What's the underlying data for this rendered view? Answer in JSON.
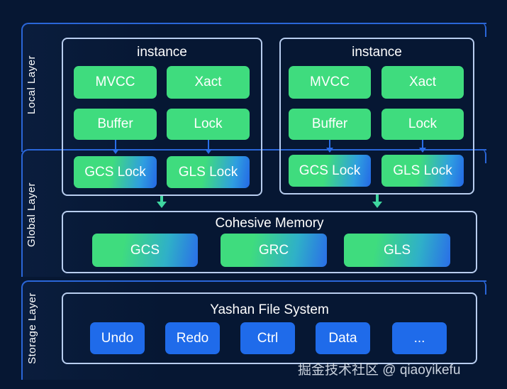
{
  "layers": {
    "local": "Local  Layer",
    "global": "Global Layer",
    "storage": "Storage Layer"
  },
  "instances": [
    {
      "title": "instance",
      "modules": [
        "MVCC",
        "Xact",
        "Buffer",
        "Lock"
      ],
      "global_locks": [
        "GCS Lock",
        "GLS Lock"
      ]
    },
    {
      "title": "instance",
      "modules": [
        "MVCC",
        "Xact",
        "Buffer",
        "Lock"
      ],
      "global_locks": [
        "GCS Lock",
        "GLS Lock"
      ]
    }
  ],
  "cohesive_memory": {
    "title": "Cohesive Memory",
    "items": [
      "GCS",
      "GRC",
      "GLS"
    ]
  },
  "file_system": {
    "title": "Yashan File System",
    "items": [
      "Undo",
      "Redo",
      "Ctrl",
      "Data",
      "..."
    ]
  },
  "watermark": "掘金技术社区 @ qiaoyikefu",
  "colors": {
    "background": "#061733",
    "layer_border": "#2a66d8",
    "module": "#3fdc7e",
    "storage_item": "#1f6bea"
  }
}
